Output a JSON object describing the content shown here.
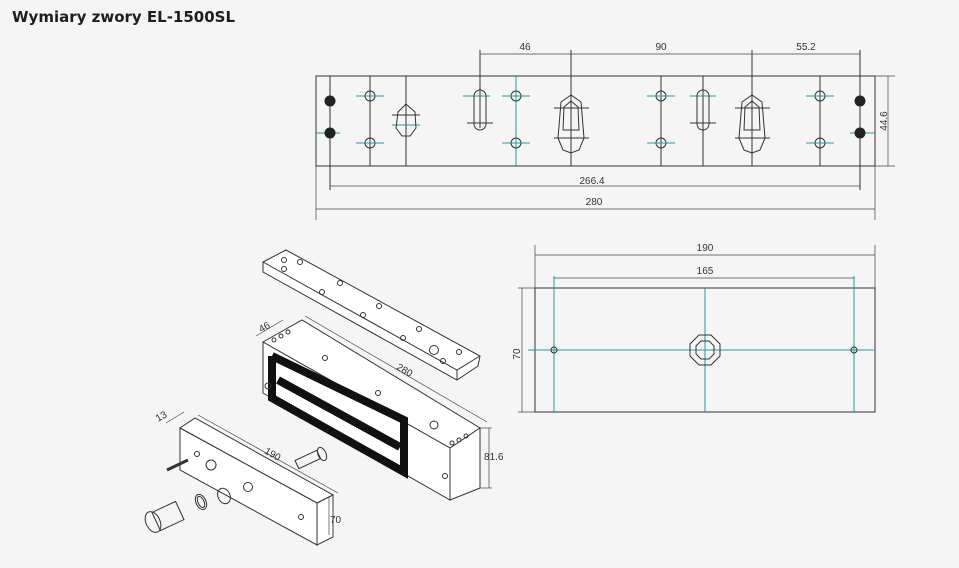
{
  "title": "Wymiary zwory EL-1500SL",
  "top_view": {
    "dims": {
      "d46": "46",
      "d90": "90",
      "d55": "55.2",
      "d266": "266.4",
      "d280": "280",
      "d44": "44.6"
    }
  },
  "side_view": {
    "dims": {
      "d190": "190",
      "d165": "165",
      "d70": "70"
    }
  },
  "isometric": {
    "dims": {
      "d46": "46",
      "d280": "280",
      "d81": "81.6",
      "d13": "13",
      "d190": "190",
      "d70": "70"
    }
  },
  "colors": {
    "accent_line": "#1e9aa0",
    "background": "#f5f5f5"
  }
}
